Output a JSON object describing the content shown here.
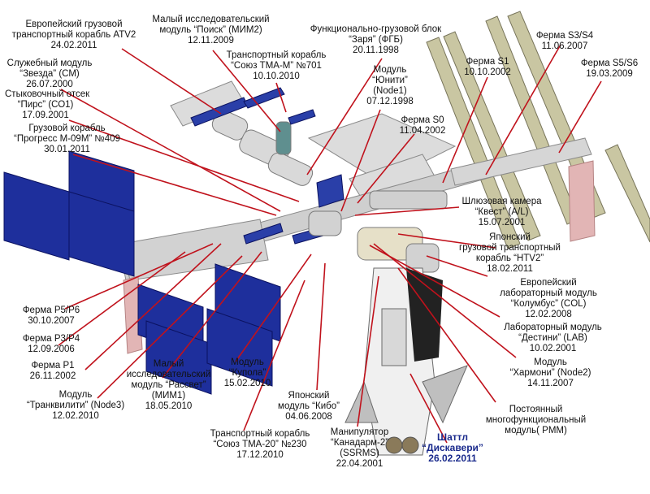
{
  "diagram": {
    "labels": [
      {
        "id": "atv2",
        "lines": [
          "Европейский грузовой",
          "транспортный корабль ATV2",
          "24.02.2011"
        ]
      },
      {
        "id": "zvezda",
        "lines": [
          "Служебный модуль",
          "“Звезда” (СМ)",
          "26.07.2000"
        ]
      },
      {
        "id": "pirs",
        "lines": [
          "Стыковочный отсек",
          "“Пирс” (СО1)",
          "17.09.2001"
        ]
      },
      {
        "id": "progress",
        "lines": [
          "Грузовой корабль",
          "“Прогресс М-09М” №409",
          "30.01.2011"
        ]
      },
      {
        "id": "poisk",
        "lines": [
          "Малый исследовательский",
          "модуль “Поиск” (МИМ2)",
          "12.11.2009"
        ]
      },
      {
        "id": "soyuz701",
        "lines": [
          "Транспортный корабль",
          "“Союз ТМА-М” №701",
          "10.10.2010"
        ]
      },
      {
        "id": "zarya",
        "lines": [
          "Функционально-грузовой блок",
          "“Заря” (ФГБ)",
          "20.11.1998"
        ]
      },
      {
        "id": "unity",
        "lines": [
          "Модуль",
          "“Юнити”",
          "(Node1)",
          "07.12.1998"
        ]
      },
      {
        "id": "s1",
        "lines": [
          "Ферма S1",
          "10.10.2002"
        ]
      },
      {
        "id": "s0",
        "lines": [
          "Ферма S0",
          "11.04.2002"
        ]
      },
      {
        "id": "s3s4",
        "lines": [
          "Ферма S3/S4",
          "11.06.2007"
        ]
      },
      {
        "id": "s5s6",
        "lines": [
          "Ферма S5/S6",
          "19.03.2009"
        ]
      },
      {
        "id": "quest",
        "lines": [
          "Шлюзовая камера",
          "“Квест” (A/L)",
          "15.07.2001"
        ]
      },
      {
        "id": "htv2",
        "lines": [
          "Японский",
          "грузовой транспортный",
          "корабль “HTV2”",
          "18.02.2011"
        ]
      },
      {
        "id": "columbus",
        "lines": [
          "Европейский",
          "лабораторный модуль",
          "“Колумбус” (COL)",
          "12.02.2008"
        ]
      },
      {
        "id": "destiny",
        "lines": [
          "Лабораторный модуль",
          "“Дестини” (LAB)",
          "10.02.2001"
        ]
      },
      {
        "id": "harmony",
        "lines": [
          "Модуль",
          "“Хармони” (Node2)",
          "14.11.2007"
        ]
      },
      {
        "id": "pmm",
        "lines": [
          "Постоянный",
          "многофункциональный",
          "модуль( PMM)"
        ]
      },
      {
        "id": "p5p6",
        "lines": [
          "Ферма P5/P6",
          "30.10.2007"
        ]
      },
      {
        "id": "p3p4",
        "lines": [
          "Ферма P3/P4",
          "12.09.2006"
        ]
      },
      {
        "id": "p1",
        "lines": [
          "Ферма P1",
          "26.11.2002"
        ]
      },
      {
        "id": "tranquility",
        "lines": [
          "Модуль",
          "“Транквилити” (Node3)",
          "12.02.2010"
        ]
      },
      {
        "id": "rassvet",
        "lines": [
          "Малый",
          "исследовательский",
          "модуль “Рассвет”",
          "(МИМ1)",
          "18.05.2010"
        ]
      },
      {
        "id": "cupola",
        "lines": [
          "Модуль",
          "“Купола”",
          "15.02.2010"
        ]
      },
      {
        "id": "kibo",
        "lines": [
          "Японский",
          "модуль “Кибо”",
          "04.06.2008"
        ]
      },
      {
        "id": "soyuz230",
        "lines": [
          "Транспортный корабль",
          "“Союз ТМА-20” №230",
          "17.12.2010"
        ]
      },
      {
        "id": "canadarm",
        "lines": [
          "Манипулятор",
          "“Канадарм-2”",
          "(SSRMS)",
          "22.04.2001"
        ]
      },
      {
        "id": "shuttle",
        "lines": [
          "Шаттл",
          "“Дискавери”",
          "26.02.2011"
        ]
      }
    ],
    "colors": {
      "pointer": "#c0121c",
      "solar_panel": "#1e2f9c",
      "truss": "#c8c8c8",
      "radiator": "#d9a7a7",
      "shuttle_text": "#1a2a8c"
    }
  }
}
